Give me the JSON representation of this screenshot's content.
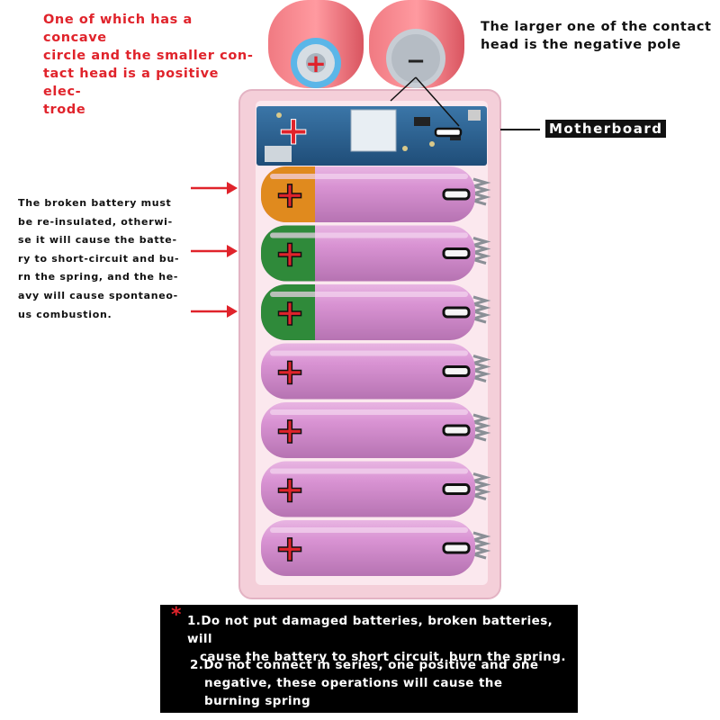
{
  "captions": {
    "positive_note": "One of which has a concave circle and the smaller contact head is a positive electrode",
    "positive_note_lines": [
      "One of which has a concave",
      "circle and the smaller con-",
      "tact head is a positive elec-",
      "trode"
    ],
    "negative_note_lines": [
      "The larger one of the contact",
      "head is the negative pole"
    ],
    "motherboard_label": "Motherboard",
    "warning_lines": [
      "The broken battery must",
      "be re-insulated, otherwi-",
      "se it will cause the batte-",
      "ry to short-circuit and bu-",
      "rn the spring, and the he-",
      "avy will cause spontaneo-",
      "us combustion."
    ]
  },
  "notice": {
    "star": "*",
    "item1_line1": "1.Do not put damaged batteries, broken batteries, will",
    "item1_line2": "cause the battery to short circuit, burn the spring.",
    "item2_line1": "2.Do not connect in series, one positive and one",
    "item2_line2": "negative, these operations will cause the",
    "item2_line3": "burning spring"
  },
  "symbols": {
    "plus": "+",
    "minus": "−"
  },
  "colors": {
    "accent_red": "#e0232b",
    "battery_pink": "#d993d3",
    "case_pink": "#f4cfd9",
    "pcb_blue": "#2a5e8c",
    "wrap_orange": "#e08a1e",
    "wrap_green": "#2f8a3a"
  },
  "batteries": [
    {
      "wrap": "orange"
    },
    {
      "wrap": "green"
    },
    {
      "wrap": "green"
    },
    {
      "wrap": "none"
    },
    {
      "wrap": "none"
    },
    {
      "wrap": "none"
    },
    {
      "wrap": "none"
    }
  ]
}
